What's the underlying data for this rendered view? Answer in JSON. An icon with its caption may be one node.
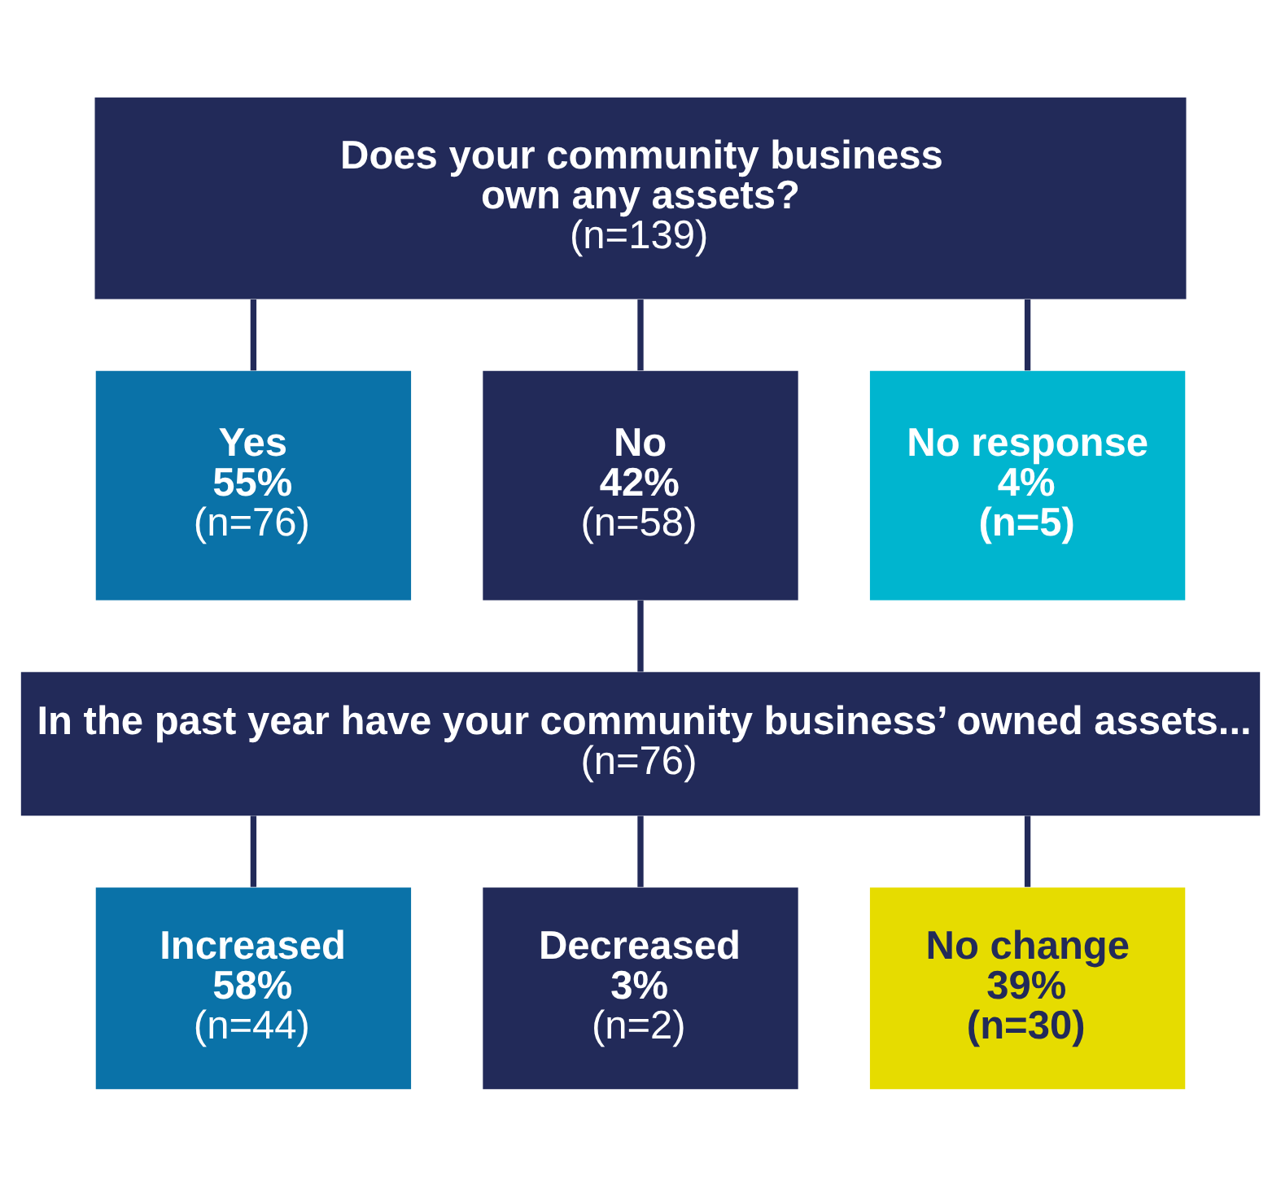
{
  "diagram": {
    "nodes": [
      {
        "text": [
          "Does your community business own any assets?",
          "(n=139)"
        ]
      },
      {
        "text": [
          "Yes",
          "55%",
          "(n=76)"
        ]
      },
      {
        "text": [
          "No",
          "42%",
          "(n=58)"
        ]
      },
      {
        "text": [
          "No response",
          "4%",
          "(n=5)"
        ]
      },
      {
        "text": [
          "In the past year have your community business’ owned assets...",
          "(n=76)"
        ]
      },
      {
        "text": [
          "Increased",
          "58%",
          "(n=44)"
        ]
      },
      {
        "text": [
          "Decreased",
          "3%",
          "(n=2)"
        ]
      },
      {
        "text": [
          "No change",
          "39%",
          "(n=30)"
        ]
      }
    ],
    "edges": [
      {
        "from": 0,
        "to": 1,
        "arrow": "none"
      },
      {
        "from": 0,
        "to": 2,
        "arrow": "none"
      },
      {
        "from": 0,
        "to": 3,
        "arrow": "none"
      },
      {
        "from": 2,
        "to": 4,
        "arrow": "none"
      },
      {
        "from": 4,
        "to": 5,
        "arrow": "none"
      },
      {
        "from": 4,
        "to": 6,
        "arrow": "none"
      },
      {
        "from": 4,
        "to": 7,
        "arrow": "none"
      }
    ]
  }
}
